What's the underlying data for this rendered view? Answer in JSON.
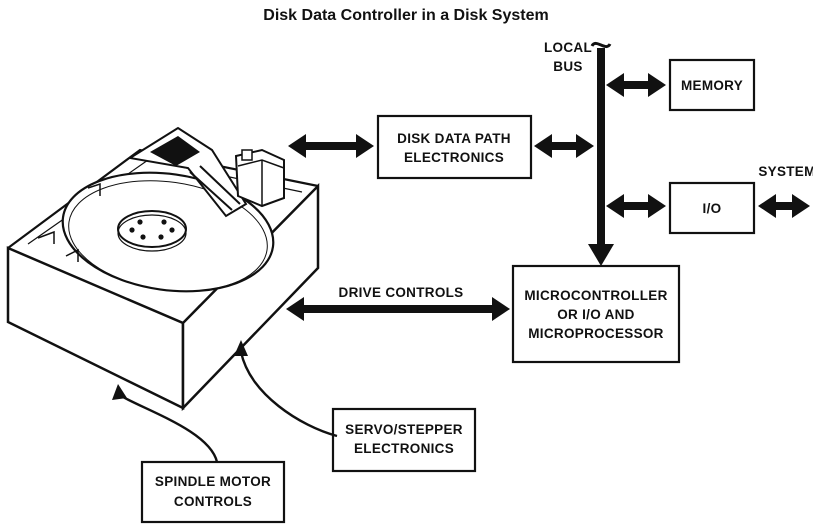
{
  "title": "Disk Data Controller in a Disk System",
  "labels": {
    "local_bus_line1": "LOCAL",
    "local_bus_line2": "BUS",
    "system": "SYSTEM",
    "drive_controls": "DRIVE CONTROLS"
  },
  "blocks": {
    "memory": "MEMORY",
    "io": "I/O",
    "disk_data_path_line1": "DISK DATA PATH",
    "disk_data_path_line2": "ELECTRONICS",
    "micro_line1": "MICROCONTROLLER",
    "micro_line2": "OR I/O AND",
    "micro_line3": "MICROPROCESSOR",
    "servo_line1": "SERVO/STEPPER",
    "servo_line2": "ELECTRONICS",
    "spindle_line1": "SPINDLE MOTOR",
    "spindle_line2": "CONTROLS"
  },
  "icons": [
    "disk-drive-illustration"
  ]
}
